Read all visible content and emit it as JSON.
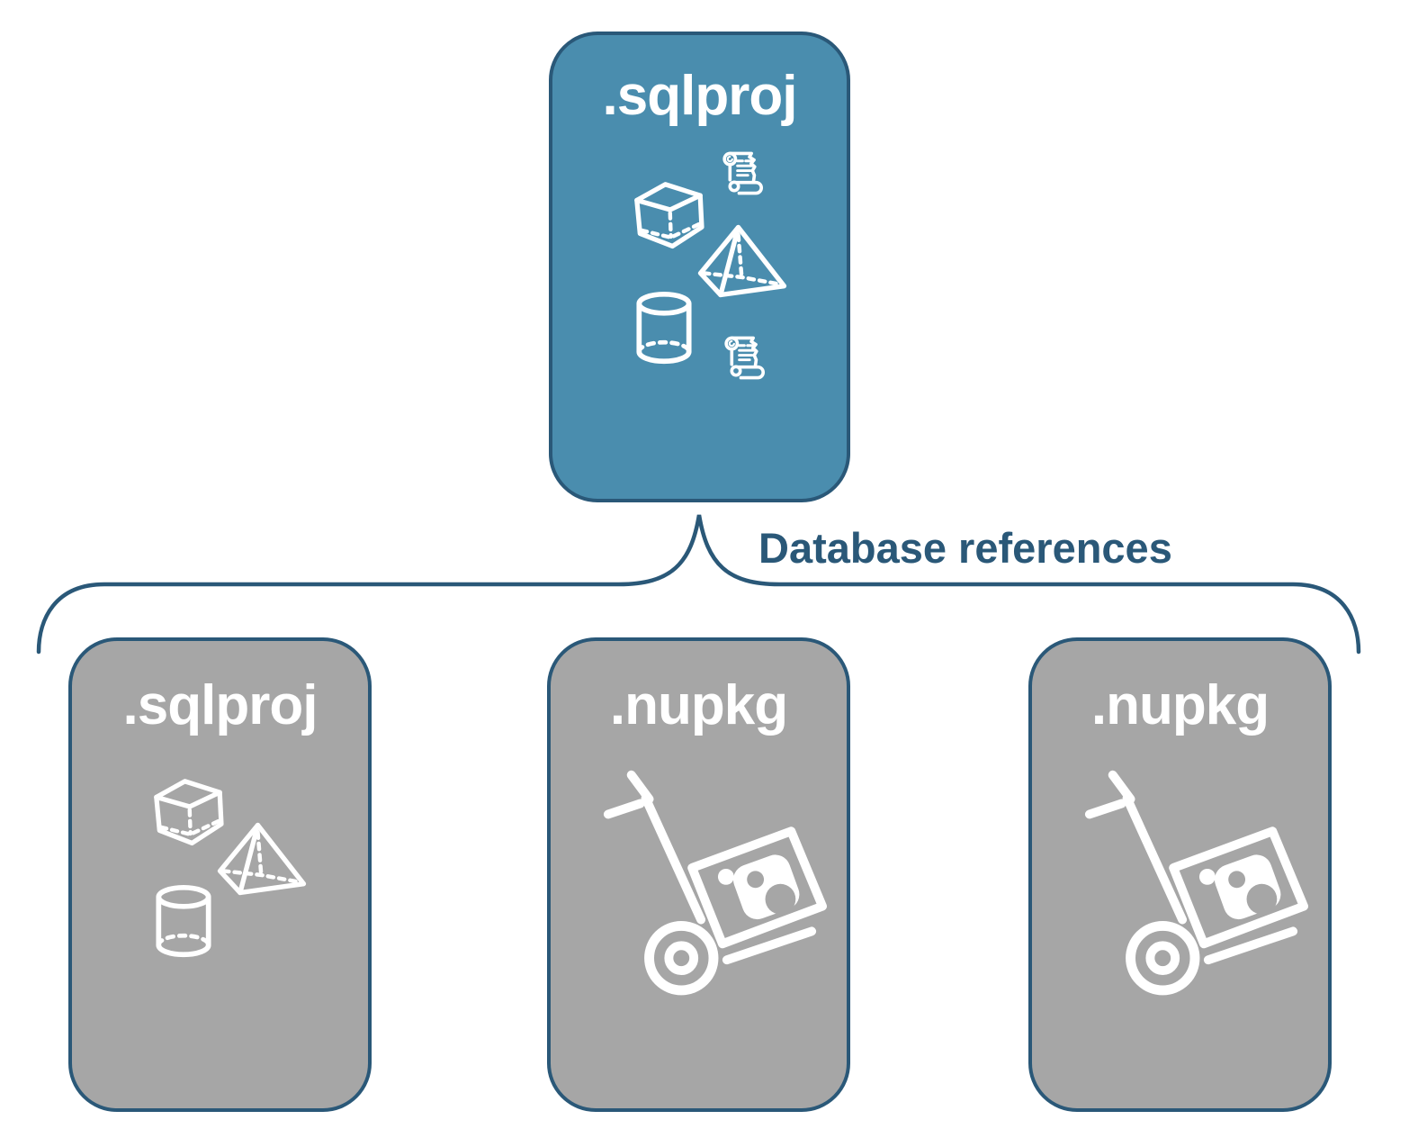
{
  "diagram": {
    "root": {
      "label": ".sqlproj",
      "icons": [
        "cube-icon",
        "scroll-icon",
        "pyramid-icon",
        "cylinder-icon",
        "scroll-icon"
      ]
    },
    "connector": {
      "label": "Database references"
    },
    "children": [
      {
        "label": ".sqlproj",
        "icons": [
          "cube-icon",
          "pyramid-icon",
          "cylinder-icon"
        ]
      },
      {
        "label": ".nupkg",
        "icons": [
          "hand-truck-package-icon"
        ]
      },
      {
        "label": ".nupkg",
        "icons": [
          "hand-truck-package-icon"
        ]
      }
    ],
    "colors": {
      "root_fill": "#4A8DAE",
      "child_fill": "#A6A6A6",
      "outline": "#2A5878",
      "icon_stroke": "#FFFFFF",
      "label_text": "#FFFFFF",
      "connector_text": "#2A5878",
      "background": "#FFFFFF"
    }
  }
}
